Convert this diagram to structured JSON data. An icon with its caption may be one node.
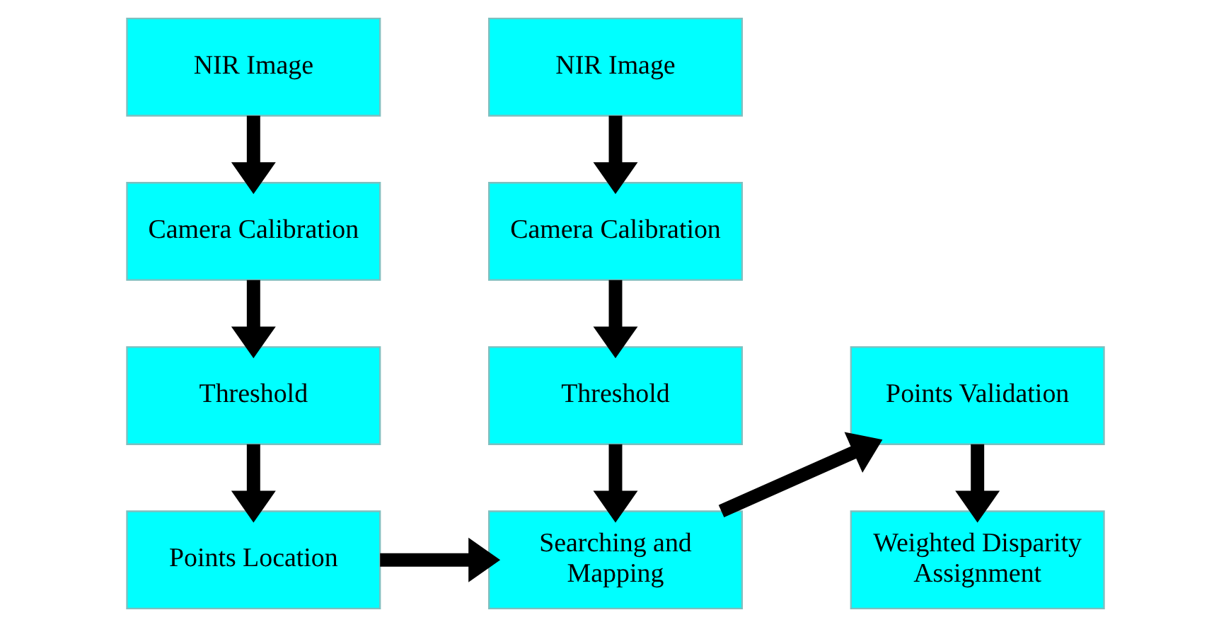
{
  "diagram": {
    "nodes": [
      {
        "text": [
          "NIR Image"
        ]
      },
      {
        "text": [
          "Camera Calibration"
        ]
      },
      {
        "text": [
          "Threshold"
        ]
      },
      {
        "text": [
          "Points Location"
        ]
      },
      {
        "text": [
          "NIR Image"
        ]
      },
      {
        "text": [
          "Camera Calibration"
        ]
      },
      {
        "text": [
          "Threshold"
        ]
      },
      {
        "text": [
          "Searching and Mapping"
        ]
      },
      {
        "text": [
          "Points Validation"
        ]
      },
      {
        "text": [
          "Weighted Disparity Assignment"
        ]
      }
    ],
    "edges": [
      {
        "from": 0,
        "to": 1,
        "arrow": "to"
      },
      {
        "from": 1,
        "to": 2,
        "arrow": "to"
      },
      {
        "from": 2,
        "to": 3,
        "arrow": "to"
      },
      {
        "from": 3,
        "to": 7,
        "arrow": "to"
      },
      {
        "from": 4,
        "to": 5,
        "arrow": "to"
      },
      {
        "from": 5,
        "to": 6,
        "arrow": "to"
      },
      {
        "from": 6,
        "to": 7,
        "arrow": "to"
      },
      {
        "from": 7,
        "to": 8,
        "arrow": "to"
      },
      {
        "from": 8,
        "to": 9,
        "arrow": "to"
      }
    ]
  }
}
